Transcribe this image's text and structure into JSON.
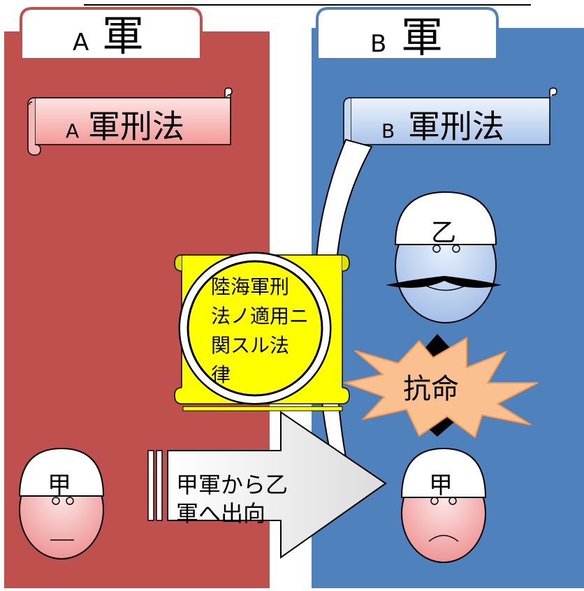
{
  "armies": [
    {
      "letter": "A",
      "kanji": "軍",
      "law_letter": "A",
      "law_text": "軍刑法"
    },
    {
      "letter": "B",
      "kanji": "軍",
      "law_letter": "B",
      "law_text": "軍刑法"
    }
  ],
  "scroll": {
    "lines": [
      "陸海軍刑",
      "法ノ適用ニ",
      "関スル法",
      "律"
    ]
  },
  "persons": {
    "kou_left": "甲",
    "otsu": "乙",
    "kou_right": "甲"
  },
  "transfer": {
    "lines": [
      "甲軍から乙",
      "軍へ出向"
    ]
  },
  "insubordination": "抗命",
  "colors": {
    "army_a": "#c0504d",
    "army_b": "#4f81bd",
    "scroll_a": "#f6b6b4",
    "scroll_b": "#c6d9f1",
    "yellow_scroll": "#ffff00",
    "explosion": "#fac090",
    "face_blue": "#c7d8f5",
    "face_red": "#f4a6a6"
  }
}
